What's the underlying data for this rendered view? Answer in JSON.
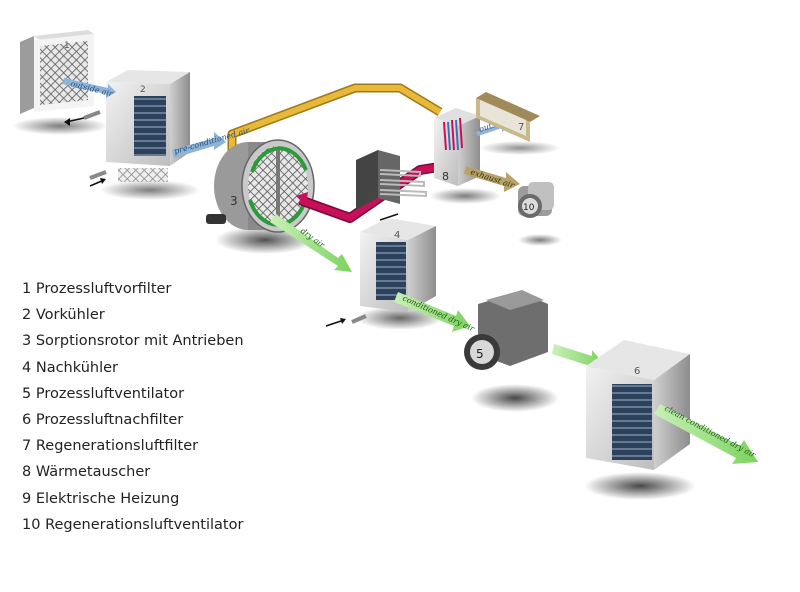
{
  "legend": [
    {
      "number": "1",
      "name": "Prozessluftvorfilter"
    },
    {
      "number": "2",
      "name": "Vorkühler"
    },
    {
      "number": "3",
      "name": "Sorptionsrotor mit Antrieben"
    },
    {
      "number": "4",
      "name": "Nachkühler"
    },
    {
      "number": "5",
      "name": "Prozessluftventilator"
    },
    {
      "number": "6",
      "name": "Prozessluftnachfilter"
    },
    {
      "number": "7",
      "name": "Regenerationsluftfilter"
    },
    {
      "number": "8",
      "name": "Wärmetauscher"
    },
    {
      "number": "9",
      "name": "Elektrische Heizung"
    },
    {
      "number": "10",
      "name": "Regenerationsluftventilator"
    }
  ],
  "components": {
    "c1": "1",
    "c2": "2",
    "c3": "3",
    "c4": "4",
    "c5": "5",
    "c6": "6",
    "c7": "7",
    "c8": "8",
    "c10": "10"
  },
  "flows": {
    "outside_air": "outside air",
    "pre_conditioned_air": "pre-conditioned air",
    "dry_air": "dry air",
    "conditioned_dry_air": "conditioned dry air",
    "clean_conditioned_dry_air": "clean conditioned dry air",
    "outside_air_regen": "outside air",
    "exhaust_air": "exhaust air"
  },
  "colors": {
    "pre_air_arrow": "#8fb4d8",
    "dry_air_arrow": "#8ed97a",
    "regen_hot_duct": "#c8105a",
    "regen_return_duct": "#e8b83a",
    "exhaust_arrow": "#b7a46a",
    "coil_blue": "#2f4a6a"
  }
}
